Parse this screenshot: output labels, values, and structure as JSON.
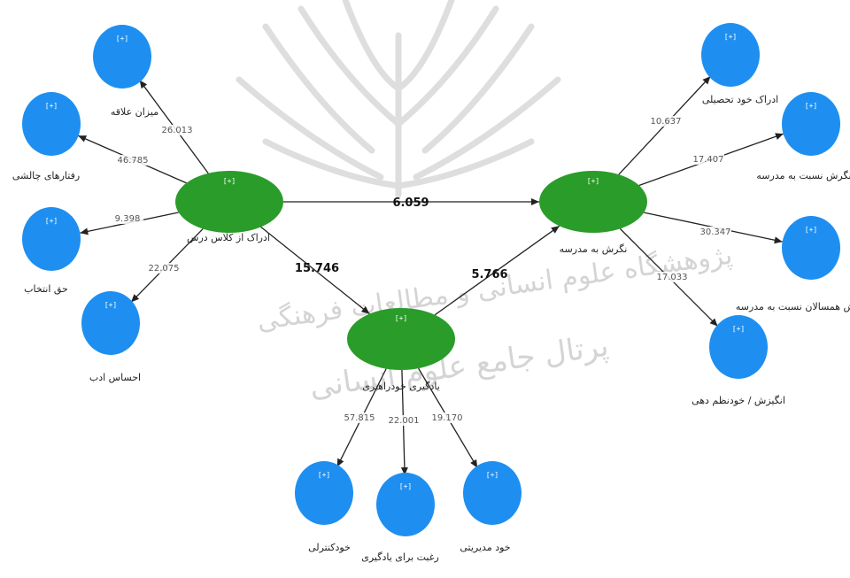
{
  "colors": {
    "indicator": "#1e8ff0",
    "construct": "#2a9c2a",
    "arrow": "#222222",
    "watermark": "#d7d7d7"
  },
  "constructs": [
    {
      "id": "classroom",
      "label": "ادراک از کلاس درس",
      "symbol": "[+]"
    },
    {
      "id": "attitude",
      "label": "نگرش به مدرسه",
      "symbol": "[+]"
    },
    {
      "id": "selfreg",
      "label": "یادگیری خودراهبری",
      "symbol": "[+]"
    }
  ],
  "indicators": [
    {
      "id": "interest",
      "label": "میزان علاقه",
      "symbol": "[+]"
    },
    {
      "id": "challenge",
      "label": "رفتارهای چالشی",
      "symbol": "[+]"
    },
    {
      "id": "choice",
      "label": "حق انتخاب",
      "symbol": "[+]"
    },
    {
      "id": "politeness",
      "label": "احساس ادب",
      "symbol": "[+]"
    },
    {
      "id": "academic",
      "label": "ادراک خود تحصیلی",
      "symbol": "[+]"
    },
    {
      "id": "toschool",
      "label": "نگرش نسبت به مدرسه",
      "symbol": "[+]"
    },
    {
      "id": "peers",
      "label": "نگرش همسالان نسبت به مدرسه",
      "symbol": "[+]"
    },
    {
      "id": "motivation",
      "label": "انگیزش / خودنظم دهی",
      "symbol": "[+]"
    },
    {
      "id": "selfcontrol",
      "label": "خودکنترلی",
      "symbol": "[+]"
    },
    {
      "id": "desire",
      "label": "رغبت برای یادگیری",
      "symbol": "[+]"
    },
    {
      "id": "selfmanage",
      "label": "خود مدیریتی",
      "symbol": "[+]"
    }
  ],
  "paths": [
    {
      "from": "classroom",
      "to": "attitude",
      "value": "6.059"
    },
    {
      "from": "classroom",
      "to": "selfreg",
      "value": "15.746"
    },
    {
      "from": "selfreg",
      "to": "attitude",
      "value": "5.766"
    }
  ],
  "loadings": [
    {
      "from": "classroom",
      "to": "interest",
      "value": "26.013"
    },
    {
      "from": "classroom",
      "to": "challenge",
      "value": "46.785"
    },
    {
      "from": "classroom",
      "to": "choice",
      "value": "9.398"
    },
    {
      "from": "classroom",
      "to": "politeness",
      "value": "22.075"
    },
    {
      "from": "attitude",
      "to": "academic",
      "value": "10.637"
    },
    {
      "from": "attitude",
      "to": "toschool",
      "value": "17.407"
    },
    {
      "from": "attitude",
      "to": "peers",
      "value": "30.347"
    },
    {
      "from": "attitude",
      "to": "motivation",
      "value": "17.033"
    },
    {
      "from": "selfreg",
      "to": "selfcontrol",
      "value": "57.815"
    },
    {
      "from": "selfreg",
      "to": "desire",
      "value": "22.001"
    },
    {
      "from": "selfreg",
      "to": "selfmanage",
      "value": "19.170"
    }
  ],
  "watermark": {
    "line1": "پژوهشگاه علوم انسانی و مطالعات فرهنگی",
    "line2": "پرتال جامع علوم انسانی"
  }
}
